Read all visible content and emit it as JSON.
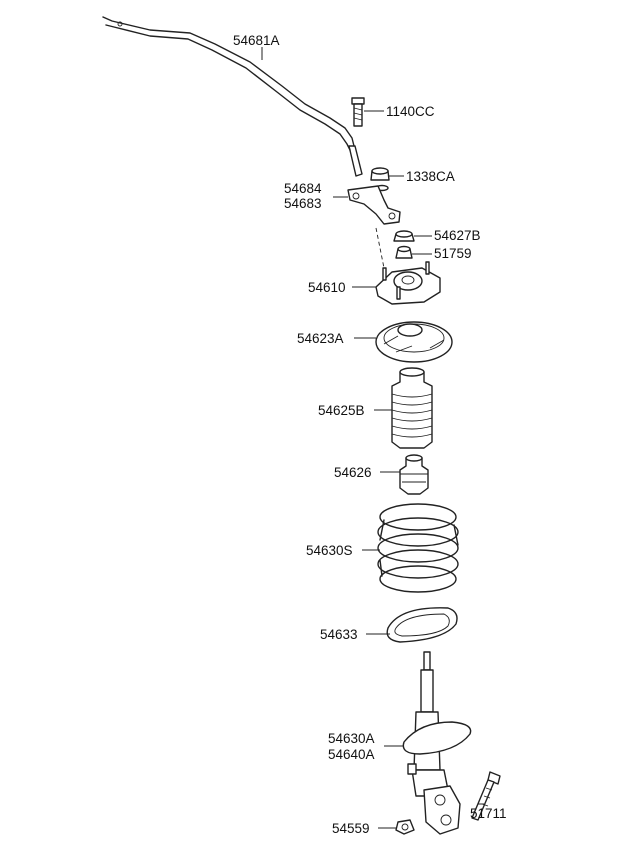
{
  "diagram": {
    "parts": [
      {
        "id": "p1",
        "number": "54681A"
      },
      {
        "id": "p2",
        "number": "1140CC"
      },
      {
        "id": "p3",
        "number": "1338CA"
      },
      {
        "id": "p4",
        "number": "54684"
      },
      {
        "id": "p5",
        "number": "54683"
      },
      {
        "id": "p6",
        "number": "54627B"
      },
      {
        "id": "p7",
        "number": "51759"
      },
      {
        "id": "p8",
        "number": "54610"
      },
      {
        "id": "p9",
        "number": "54623A"
      },
      {
        "id": "p10",
        "number": "54625B"
      },
      {
        "id": "p11",
        "number": "54626"
      },
      {
        "id": "p12",
        "number": "54630S"
      },
      {
        "id": "p13",
        "number": "54633"
      },
      {
        "id": "p14",
        "number": "54630A"
      },
      {
        "id": "p15",
        "number": "54640A"
      },
      {
        "id": "p16",
        "number": "51711"
      },
      {
        "id": "p17",
        "number": "54559"
      }
    ]
  }
}
